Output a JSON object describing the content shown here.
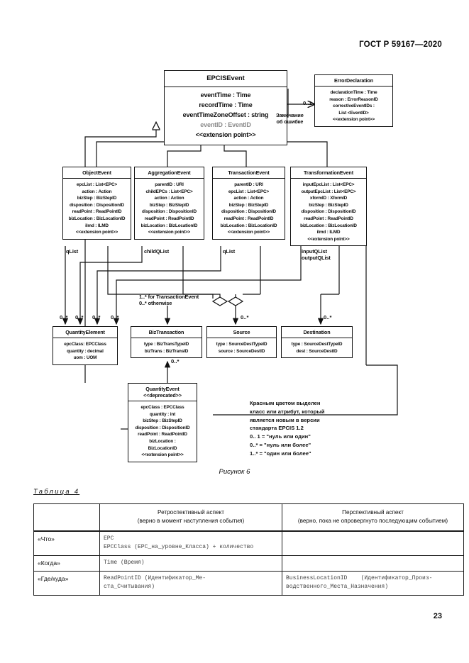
{
  "page": {
    "header": "ГОСТ Р 59167—2020",
    "number": "23",
    "figure_caption": "Рисунок 6"
  },
  "diagram": {
    "classes": {
      "epcisevent": {
        "name": "EPCISEvent",
        "attrs": [
          "eventTime : Time",
          "recordTime : Time",
          "eventTimeZoneOffset : string",
          "eventID : EventID",
          "<<extension point>>"
        ]
      },
      "errordeclaration": {
        "name": "ErrorDeclaration",
        "attrs": [
          "declarationTime : Time",
          "reason : ErrorReasonID",
          "correctiveEventIDs :",
          "List <EventID>",
          "<<extension point>>"
        ]
      },
      "objectevent": {
        "name": "ObjectEvent",
        "attrs": [
          "epcList : List<EPC>",
          "action : Action",
          "bizStep : BizStepID",
          "disposition : DispositionID",
          "readPoint : ReadPointID",
          "bizLocation : BizLocationID",
          "ilmd : ILMD",
          "<<extension point>>"
        ]
      },
      "aggregationevent": {
        "name": "AggregationEvent",
        "attrs": [
          "parentID : URI",
          "childEPCs : List<EPC>",
          "action : Action",
          "bizStep : BizStepID",
          "disposition : DispositionID",
          "readPoint : ReadPointID",
          "bizLocation : BizLocationID",
          "<<extension point>>"
        ]
      },
      "transactionevent": {
        "name": "TransactionEvent",
        "attrs": [
          "parentID : URI",
          "epcList : List<EPC>",
          "action : Action",
          "bizStep : BizStepID",
          "disposition : DispositionID",
          "readPoint : ReadPointID",
          "bizLocation : BizLocationID",
          "<<extension point>>"
        ]
      },
      "transformationevent": {
        "name": "TransformationEvent",
        "attrs": [
          "inputEpcList : List<EPC>",
          "outputEpcList : List<EPC>",
          "xformID : XformID",
          "bizStep : BizStepID",
          "disposition : DispositionID",
          "readPoint : ReadPointID",
          "bizLocation : BizLocationID",
          "ilmd : ILMD",
          "<<extension point>>"
        ]
      },
      "quantityelement": {
        "name": "QuantityElement",
        "attrs": [
          "epcClass: EPCClass",
          "quantity : decimal",
          "uom : UOM"
        ]
      },
      "biztransaction": {
        "name": "BizTransaction",
        "attrs": [
          "type : BizTransTypeID",
          "bizTrans : BizTransID"
        ]
      },
      "source": {
        "name": "Source",
        "attrs": [
          "type : SourceDestTypeID",
          "source : SourceDestID"
        ]
      },
      "destination": {
        "name": "Destination",
        "attrs": [
          "type : SourceDestTypeID",
          "dest : SourceDestID"
        ]
      },
      "quantityevent": {
        "name": "QuantityEvent",
        "stereotype": "<<deprecated>>",
        "attrs": [
          "epcClass : EPCClass",
          "quantity : int",
          "bizStep : BizStepID",
          "disposition : DispositionID",
          "readPoint : ReadPointID",
          "bizLocation :",
          "BizLocationID",
          "<<extension point>>"
        ]
      }
    },
    "labels": {
      "qlist_left": "qList",
      "childqlist": "childQList",
      "qlist_mid": "qList",
      "inputqlist": "inputQList\noutputQList",
      "error_note": "Замечание\nоб ошибке",
      "transaction_note": "1..* for TransactionEvent\n0..* otherwise"
    },
    "multiplicities": {
      "error": "0..1",
      "qe1": "0..*",
      "qe2": "0..*",
      "qe3": "0..*",
      "qe4": "0..*",
      "biztrans": "0..*",
      "source": "0..*",
      "destination": "0..*",
      "quantityevent": "0..*"
    },
    "legend": "Красным цветом выделен\nкласс или атрибут, который\nявляется новым в версии\nстандарта EPCIS 1.2\n0.. 1 = \"нуль или один\"\n0..* = \"нуль или более\"\n1..* = \"один или более\""
  },
  "table4": {
    "title": "Таблица 4",
    "headers": [
      "",
      "Ретроспективный аспект\n(верно в момент наступления события)",
      "Перспективный аспект\n(верно, пока не опровергнуто последующим событием)"
    ],
    "rows": [
      {
        "label": "«Что»",
        "retro": "EPC\nEPCClass (EPC_на_уровне_Класса) + количество",
        "perspective": ""
      },
      {
        "label": "«Когда»",
        "retro": "Time (Время)",
        "perspective": ""
      },
      {
        "label": "«Где/куда»",
        "retro": "ReadPointID (Идентификатор_Ме-\nста_Считывания)",
        "perspective": "BusinessLocationID    (Идентификатор_Произ-\nводственного_Места_Назначения)"
      }
    ]
  }
}
